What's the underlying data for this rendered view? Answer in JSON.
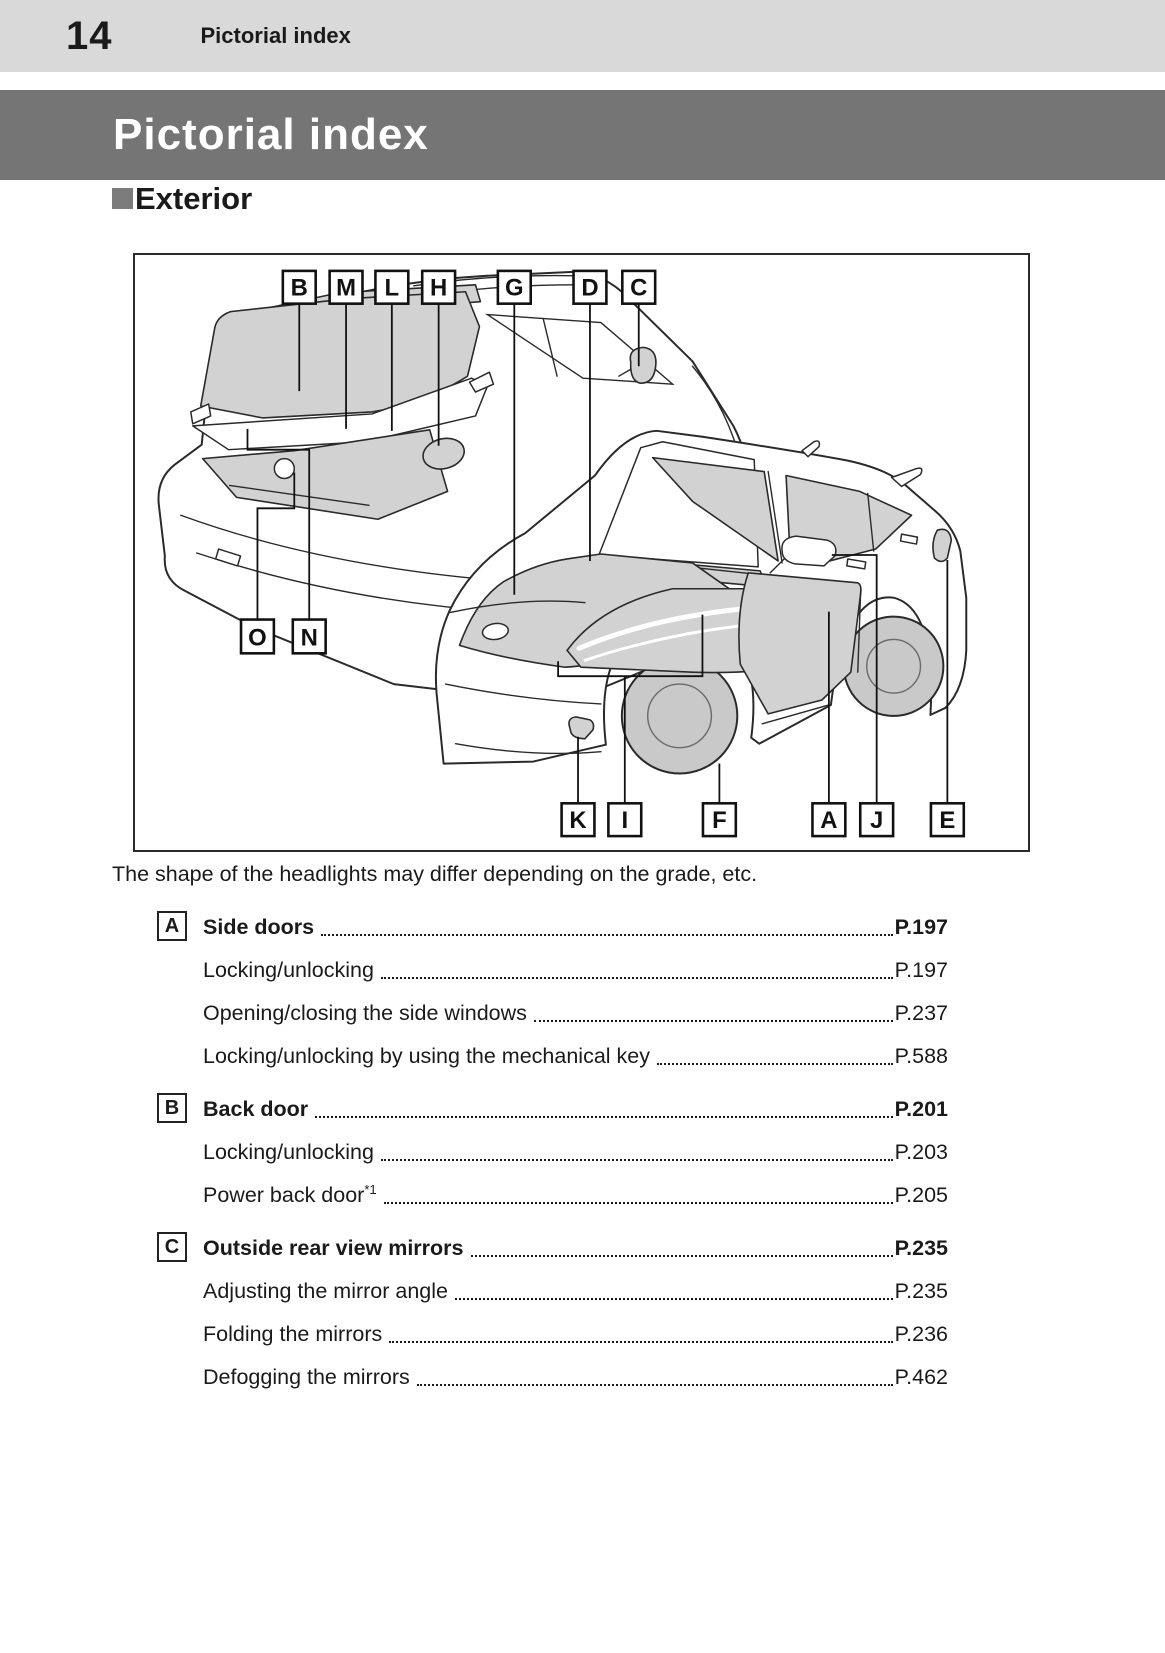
{
  "page": {
    "number": "14",
    "header_title": "Pictorial index",
    "chapter_title": "Pictorial index",
    "subsection_title": "Exterior",
    "caption": "The shape of the headlights may differ depending on the grade, etc."
  },
  "colors": {
    "page_header_bg": "#d9d9d9",
    "title_bar_bg": "#757575",
    "title_bar_text": "#ffffff",
    "diagram_shade": "#d2d2d2",
    "line_art": "#2a2a2a",
    "exterior_marker": "#7b7b7b"
  },
  "diagram": {
    "callouts": [
      {
        "letter": "B"
      },
      {
        "letter": "M"
      },
      {
        "letter": "L"
      },
      {
        "letter": "H"
      },
      {
        "letter": "G"
      },
      {
        "letter": "D"
      },
      {
        "letter": "C"
      },
      {
        "letter": "O"
      },
      {
        "letter": "N"
      },
      {
        "letter": "K"
      },
      {
        "letter": "I"
      },
      {
        "letter": "F"
      },
      {
        "letter": "A"
      },
      {
        "letter": "J"
      },
      {
        "letter": "E"
      }
    ]
  },
  "index": {
    "rows": [
      {
        "letter": "A",
        "label": "Side doors",
        "page": "P.197"
      },
      {
        "label": "Locking/unlocking",
        "page": "P.197"
      },
      {
        "label": "Opening/closing the side windows",
        "page": "P.237"
      },
      {
        "label": "Locking/unlocking by using the mechanical key",
        "page": "P.588"
      },
      {
        "letter": "B",
        "label": "Back door",
        "page": "P.201"
      },
      {
        "label": "Locking/unlocking",
        "page": "P.203"
      },
      {
        "label": "Power back door",
        "sup": "*1",
        "page": "P.205"
      },
      {
        "letter": "C",
        "label": "Outside rear view mirrors",
        "page": "P.235"
      },
      {
        "label": "Adjusting the mirror angle",
        "page": "P.235"
      },
      {
        "label": "Folding the mirrors",
        "page": "P.236"
      },
      {
        "label": "Defogging the mirrors",
        "page": "P.462"
      }
    ]
  }
}
